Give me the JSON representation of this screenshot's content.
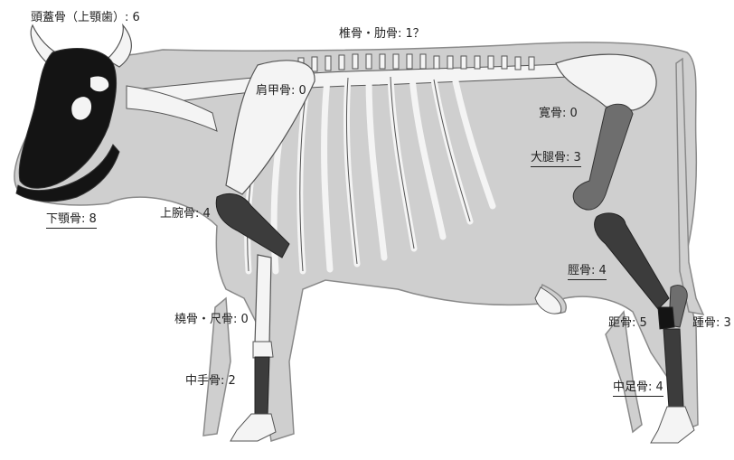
{
  "labels": {
    "skull": "頭蓋骨（上顎歯）: 6",
    "vertebrae_ribs": "椎骨・肋骨: 1？",
    "scapula": "肩甲骨: 0",
    "pelvis": "寛骨: 0",
    "femur": "大腿骨: 3",
    "mandible": "下顎骨: 8",
    "humerus": "上腕骨: 4",
    "tibia": "脛骨: 4",
    "radius_ulna": "橈骨・尺骨: 0",
    "talus": "距骨: 5",
    "calcaneus": "踵骨: 3",
    "metacarpal": "中手骨: 2",
    "metatarsal": "中足骨: 4"
  },
  "legend_colors": {
    "background": "#ffffff",
    "body_silhouette": "#cfcfcf",
    "bone_count_zero": "#f4f4f4",
    "bone_count_low": "#6e6e6e",
    "bone_count_mid": "#3c3c3c",
    "bone_count_high": "#141414"
  }
}
